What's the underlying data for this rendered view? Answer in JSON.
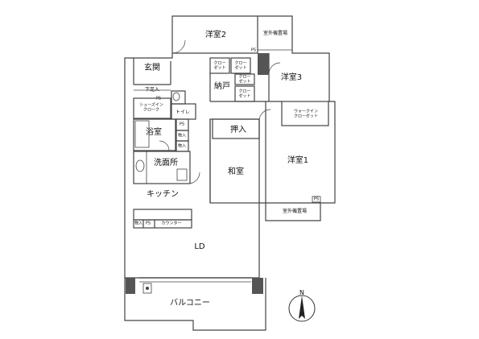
{
  "floorplan": {
    "rooms": {
      "western2": "洋室2",
      "western3": "洋室3",
      "western1": "洋室1",
      "entrance": "玄関",
      "storage": "納戸",
      "bath": "浴室",
      "washroom": "洗面所",
      "kitchen": "キッチン",
      "japanese": "和室",
      "oshiire": "押入",
      "ld": "LD",
      "balcony": "バルコニー"
    },
    "labels": {
      "outdoor_unit_top": "室外機置場",
      "outdoor_unit_right": "室外機置場",
      "closet_a": "クロー\nゼット",
      "closet_b": "クロー\nゼット",
      "closet_c": "クロー\nゼット",
      "closet_d": "クロー\nゼット",
      "shoe_rack": "下足入",
      "shoes_in_cloak": "シューズイン\nクローク",
      "toilet": "トイレ",
      "walk_in_closet": "ウォークイン\nクローゼット",
      "ps_1": "PS",
      "ps_2": "PS",
      "ps_3": "PS",
      "ps_4": "PS",
      "ps_5": "PS",
      "mono_1": "物入",
      "mono_2": "物入",
      "mono_3": "物入",
      "counter": "カウンター"
    },
    "compass": {
      "north": "N"
    }
  }
}
